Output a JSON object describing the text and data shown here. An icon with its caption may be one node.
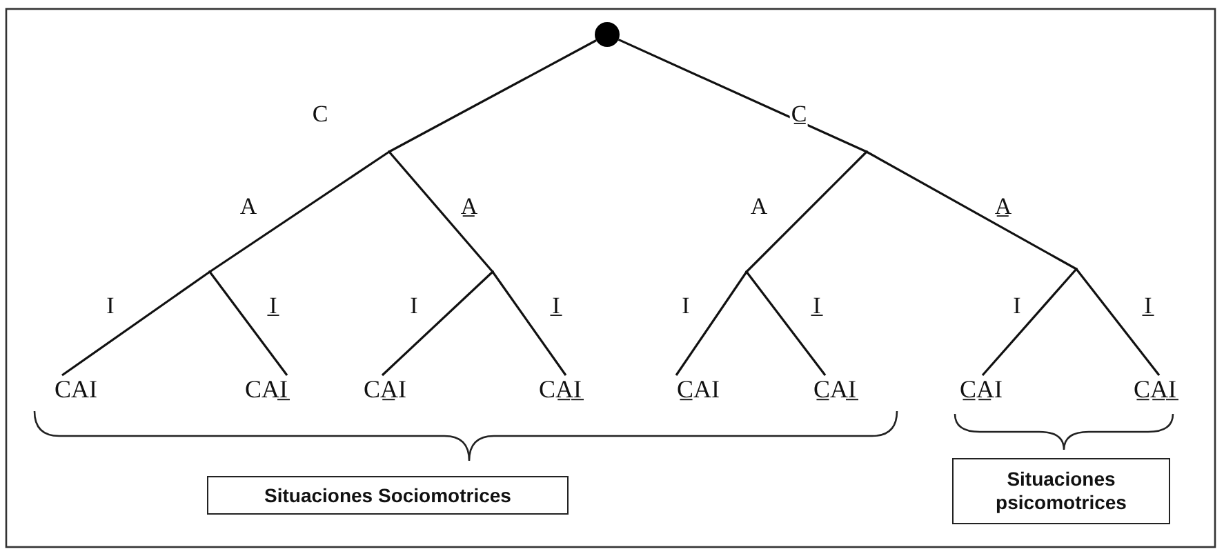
{
  "diagram": {
    "nodes": [
      {
        "text": [],
        "shape": "circle"
      },
      {
        "text": [],
        "shape": "point"
      },
      {
        "text": [],
        "shape": "point"
      },
      {
        "text": [],
        "shape": "point"
      },
      {
        "text": [],
        "shape": "point"
      },
      {
        "text": [],
        "shape": "point"
      },
      {
        "text": [],
        "shape": "point"
      },
      {
        "text": [
          "CAI"
        ]
      },
      {
        "text": [
          "CAI̲"
        ]
      },
      {
        "text": [
          "CA̲I"
        ]
      },
      {
        "text": [
          "CA̲I̲"
        ]
      },
      {
        "text": [
          "C̲AI"
        ]
      },
      {
        "text": [
          "C̲AI̲"
        ]
      },
      {
        "text": [
          "C̲A̲I"
        ]
      },
      {
        "text": [
          "C̲A̲I̲"
        ]
      },
      {
        "text": [
          "Situaciones Sociomotrices"
        ]
      },
      {
        "text": [
          "Situaciones psicomotrices"
        ]
      }
    ],
    "edges": [
      {
        "from": 0,
        "to": 1,
        "arrow": "none",
        "label": "C"
      },
      {
        "from": 0,
        "to": 2,
        "arrow": "none",
        "label": "C̲"
      },
      {
        "from": 1,
        "to": 3,
        "arrow": "none",
        "label": "A"
      },
      {
        "from": 1,
        "to": 4,
        "arrow": "none",
        "label": "A̲"
      },
      {
        "from": 2,
        "to": 5,
        "arrow": "none",
        "label": "A"
      },
      {
        "from": 2,
        "to": 6,
        "arrow": "none",
        "label": "A̲"
      },
      {
        "from": 3,
        "to": 7,
        "arrow": "none",
        "label": "I"
      },
      {
        "from": 3,
        "to": 8,
        "arrow": "none",
        "label": "I̲"
      },
      {
        "from": 4,
        "to": 9,
        "arrow": "none",
        "label": "I"
      },
      {
        "from": 4,
        "to": 10,
        "arrow": "none",
        "label": "I̲"
      },
      {
        "from": 5,
        "to": 11,
        "arrow": "none",
        "label": "I"
      },
      {
        "from": 5,
        "to": 12,
        "arrow": "none",
        "label": "I̲"
      },
      {
        "from": 6,
        "to": 13,
        "arrow": "none",
        "label": "I"
      },
      {
        "from": 6,
        "to": 14,
        "arrow": "none",
        "label": "I̲"
      }
    ]
  }
}
